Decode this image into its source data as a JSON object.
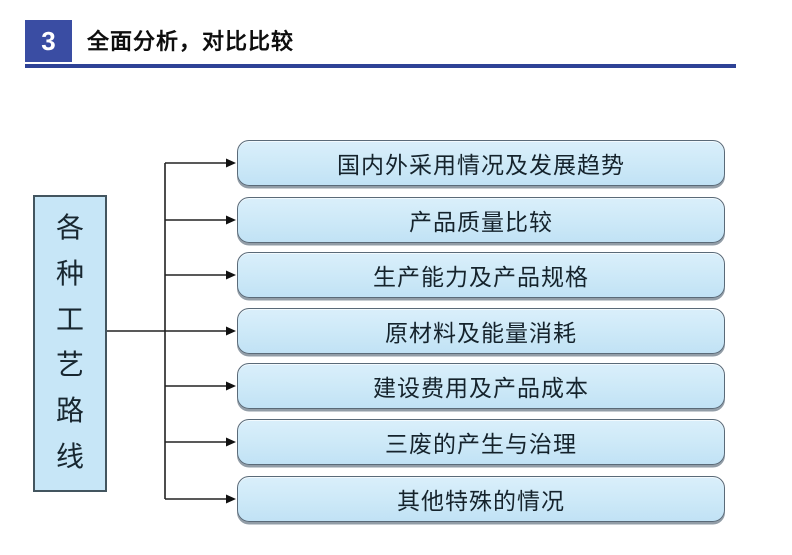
{
  "header": {
    "badge": "3",
    "title": "全面分析，对比比较"
  },
  "diagram": {
    "root": {
      "label": "各种工艺路线",
      "chars": [
        "各",
        "种",
        "工",
        "艺",
        "路",
        "线"
      ]
    },
    "branches": [
      {
        "label": "国内外采用情况及发展趋势"
      },
      {
        "label": "产品质量比较"
      },
      {
        "label": "生产能力及产品规格"
      },
      {
        "label": "原材料及能量消耗"
      },
      {
        "label": "建设费用及产品成本"
      },
      {
        "label": "三废的产生与治理"
      },
      {
        "label": "其他特殊的情况"
      }
    ]
  },
  "colors": {
    "badge_blue": "#3a4da3",
    "underline_blue": "#2e4296",
    "box_fill": "#cfeaf8",
    "box_border": "#5a6a78",
    "connector": "#222222"
  }
}
